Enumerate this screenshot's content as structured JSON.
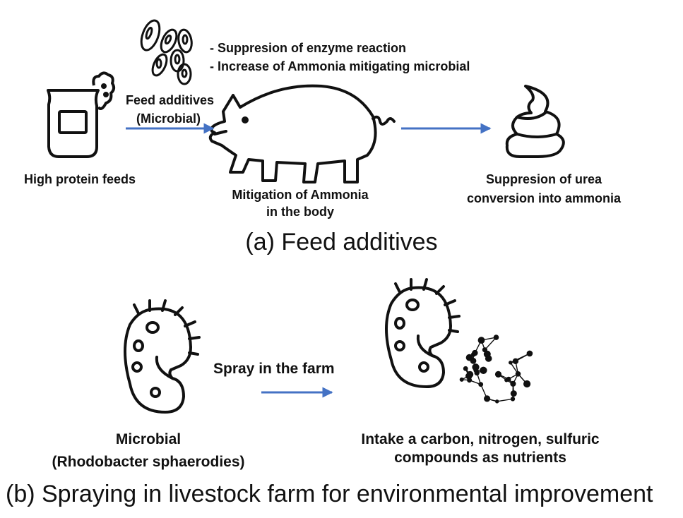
{
  "panel_a": {
    "effects": {
      "line1": "- Suppresion of enzyme reaction",
      "line2": "- Increase of Ammonia mitigating microbial"
    },
    "feed_additives": {
      "line1": "Feed additives",
      "line2": "(Microbial)"
    },
    "high_protein_feeds": "High protein feeds",
    "mitigation": {
      "line1": "Mitigation of Ammonia",
      "line2": "in the body"
    },
    "suppression": {
      "line1": "Suppresion of urea",
      "line2": "conversion into ammonia"
    },
    "caption": "(a) Feed additives"
  },
  "panel_b": {
    "spray": "Spray in the farm",
    "microbial": {
      "line1": "Microbial",
      "line2": "(Rhodobacter sphaerodies)"
    },
    "intake": {
      "line1": "Intake a carbon, nitrogen, sulfuric",
      "line2": "compounds as nutrients"
    },
    "caption": "(b) Spraying in livestock farm for environmental improvement"
  },
  "colors": {
    "arrow": "#4472c4",
    "ink": "#111111"
  }
}
